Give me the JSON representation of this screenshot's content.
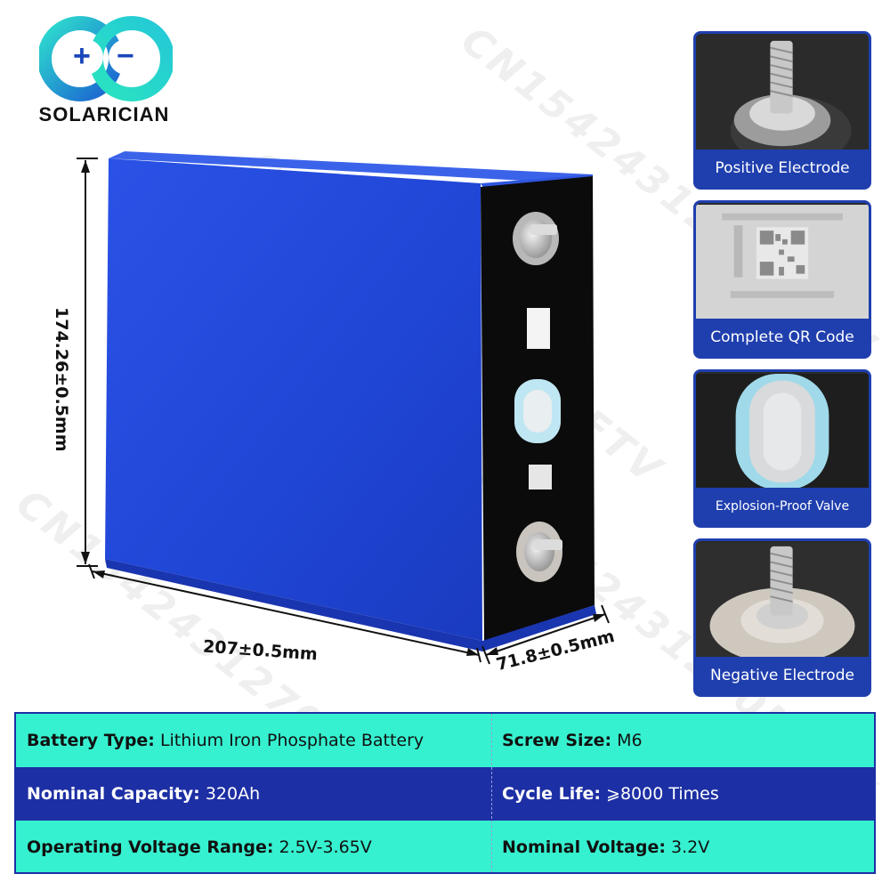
{
  "brand": {
    "name": "SOLARICIAN",
    "plus_sign": "+",
    "minus_sign": "−",
    "colors": {
      "teal": "#27d3c8",
      "blue": "#1946b9",
      "white": "#ffffff"
    }
  },
  "watermark": "CN1542431270MFTV",
  "dimensions": {
    "height": "174.26±0.5mm",
    "width": "207±0.5mm",
    "depth": "71.8±0.5mm"
  },
  "battery_colors": {
    "body": "#1f45d4",
    "top": "#3b63ea",
    "terminal_face": "#0b0b0b"
  },
  "details": [
    {
      "caption": "Positive Electrode",
      "icon": "positive-terminal-photo"
    },
    {
      "caption": "Complete QR Code",
      "icon": "qr-code-photo"
    },
    {
      "caption": "Explosion-Proof Valve",
      "icon": "valve-photo"
    },
    {
      "caption": "Negative Electrode",
      "icon": "negative-terminal-photo"
    }
  ],
  "specs": [
    {
      "left_label": "Battery Type:",
      "left_value": " Lithium Iron Phosphate Battery",
      "right_label": "Screw Size:",
      "right_value": " M6"
    },
    {
      "left_label": "Nominal Capacity:",
      "left_value": " 320Ah",
      "right_label": "Cycle Life:",
      "right_value": " ⩾8000 Times"
    },
    {
      "left_label": "Operating Voltage Range:",
      "left_value": " 2.5V-3.65V",
      "right_label": "Nominal Voltage:",
      "right_value": " 3.2V"
    }
  ],
  "table_colors": {
    "row_dark": "#1d2fa4",
    "row_light": "#36f1d0"
  }
}
